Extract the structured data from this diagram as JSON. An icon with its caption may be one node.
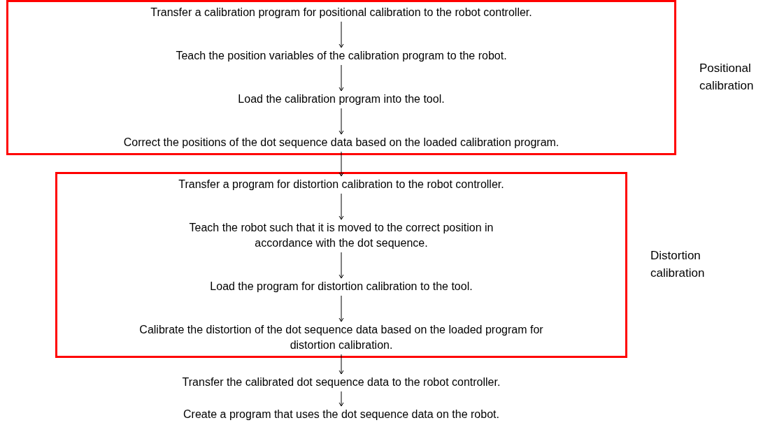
{
  "diagram": {
    "nodes": [
      {
        "text": [],
        "shape": "box",
        "beside": [
          "Positional calibration"
        ]
      },
      {
        "text": [
          "Transfer a calibration program for positional calibration to the robot controller."
        ],
        "in": 0
      },
      {
        "text": [
          "Teach the position variables of the calibration program to the robot."
        ],
        "in": 0
      },
      {
        "text": [
          "Load the calibration program into the tool."
        ],
        "in": 0
      },
      {
        "text": [
          "Correct the positions of the dot sequence data based on the loaded calibration program."
        ],
        "in": 0
      },
      {
        "text": [],
        "shape": "box",
        "beside": [
          "Distortion calibration"
        ]
      },
      {
        "text": [
          "Transfer a program for distortion calibration to the robot controller."
        ],
        "in": 5
      },
      {
        "text": [
          "Teach the robot such that it is moved to the correct position in accordance with the dot sequence."
        ],
        "in": 5
      },
      {
        "text": [
          "Load the program for distortion calibration to the tool."
        ],
        "in": 5
      },
      {
        "text": [
          "Calibrate the distortion of the dot sequence data based on the loaded program for distortion calibration."
        ],
        "in": 5
      },
      {
        "text": [
          "Transfer the calibrated dot sequence data to the robot controller."
        ]
      },
      {
        "text": [
          "Create a program that uses the dot sequence data on the robot."
        ]
      }
    ],
    "edges": [
      {
        "from": 1,
        "to": 2,
        "arrow": "to"
      },
      {
        "from": 2,
        "to": 3,
        "arrow": "to"
      },
      {
        "from": 3,
        "to": 4,
        "arrow": "to"
      },
      {
        "from": 4,
        "to": 6,
        "arrow": "to"
      },
      {
        "from": 6,
        "to": 7,
        "arrow": "to"
      },
      {
        "from": 7,
        "to": 8,
        "arrow": "to"
      },
      {
        "from": 8,
        "to": 9,
        "arrow": "to"
      },
      {
        "from": 9,
        "to": 10,
        "arrow": "to"
      },
      {
        "from": 10,
        "to": 11,
        "arrow": "to"
      }
    ]
  }
}
